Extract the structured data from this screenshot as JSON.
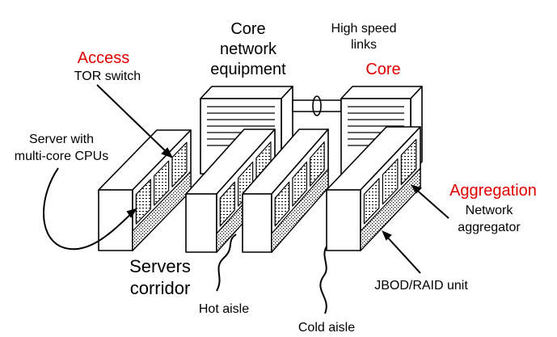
{
  "labels": {
    "core_network_equipment": [
      "Core",
      "network",
      "equipment"
    ],
    "high_speed_links": [
      "High speed",
      "links"
    ],
    "core": "Core",
    "access": "Access",
    "tor_switch": "TOR switch",
    "server_with_cpus": [
      "Server with",
      "multi-core CPUs"
    ],
    "aggregation": "Aggregation",
    "network_aggregator": [
      "Network",
      "aggregator"
    ],
    "servers_corridor": [
      "Servers",
      "corridor"
    ],
    "hot_aisle": "Hot aisle",
    "cold_aisle": "Cold aisle",
    "jbod_raid": "JBOD/RAID unit"
  },
  "colors": {
    "accent_red": "#e00000",
    "stroke": "#000000",
    "fill": "#ffffff"
  }
}
